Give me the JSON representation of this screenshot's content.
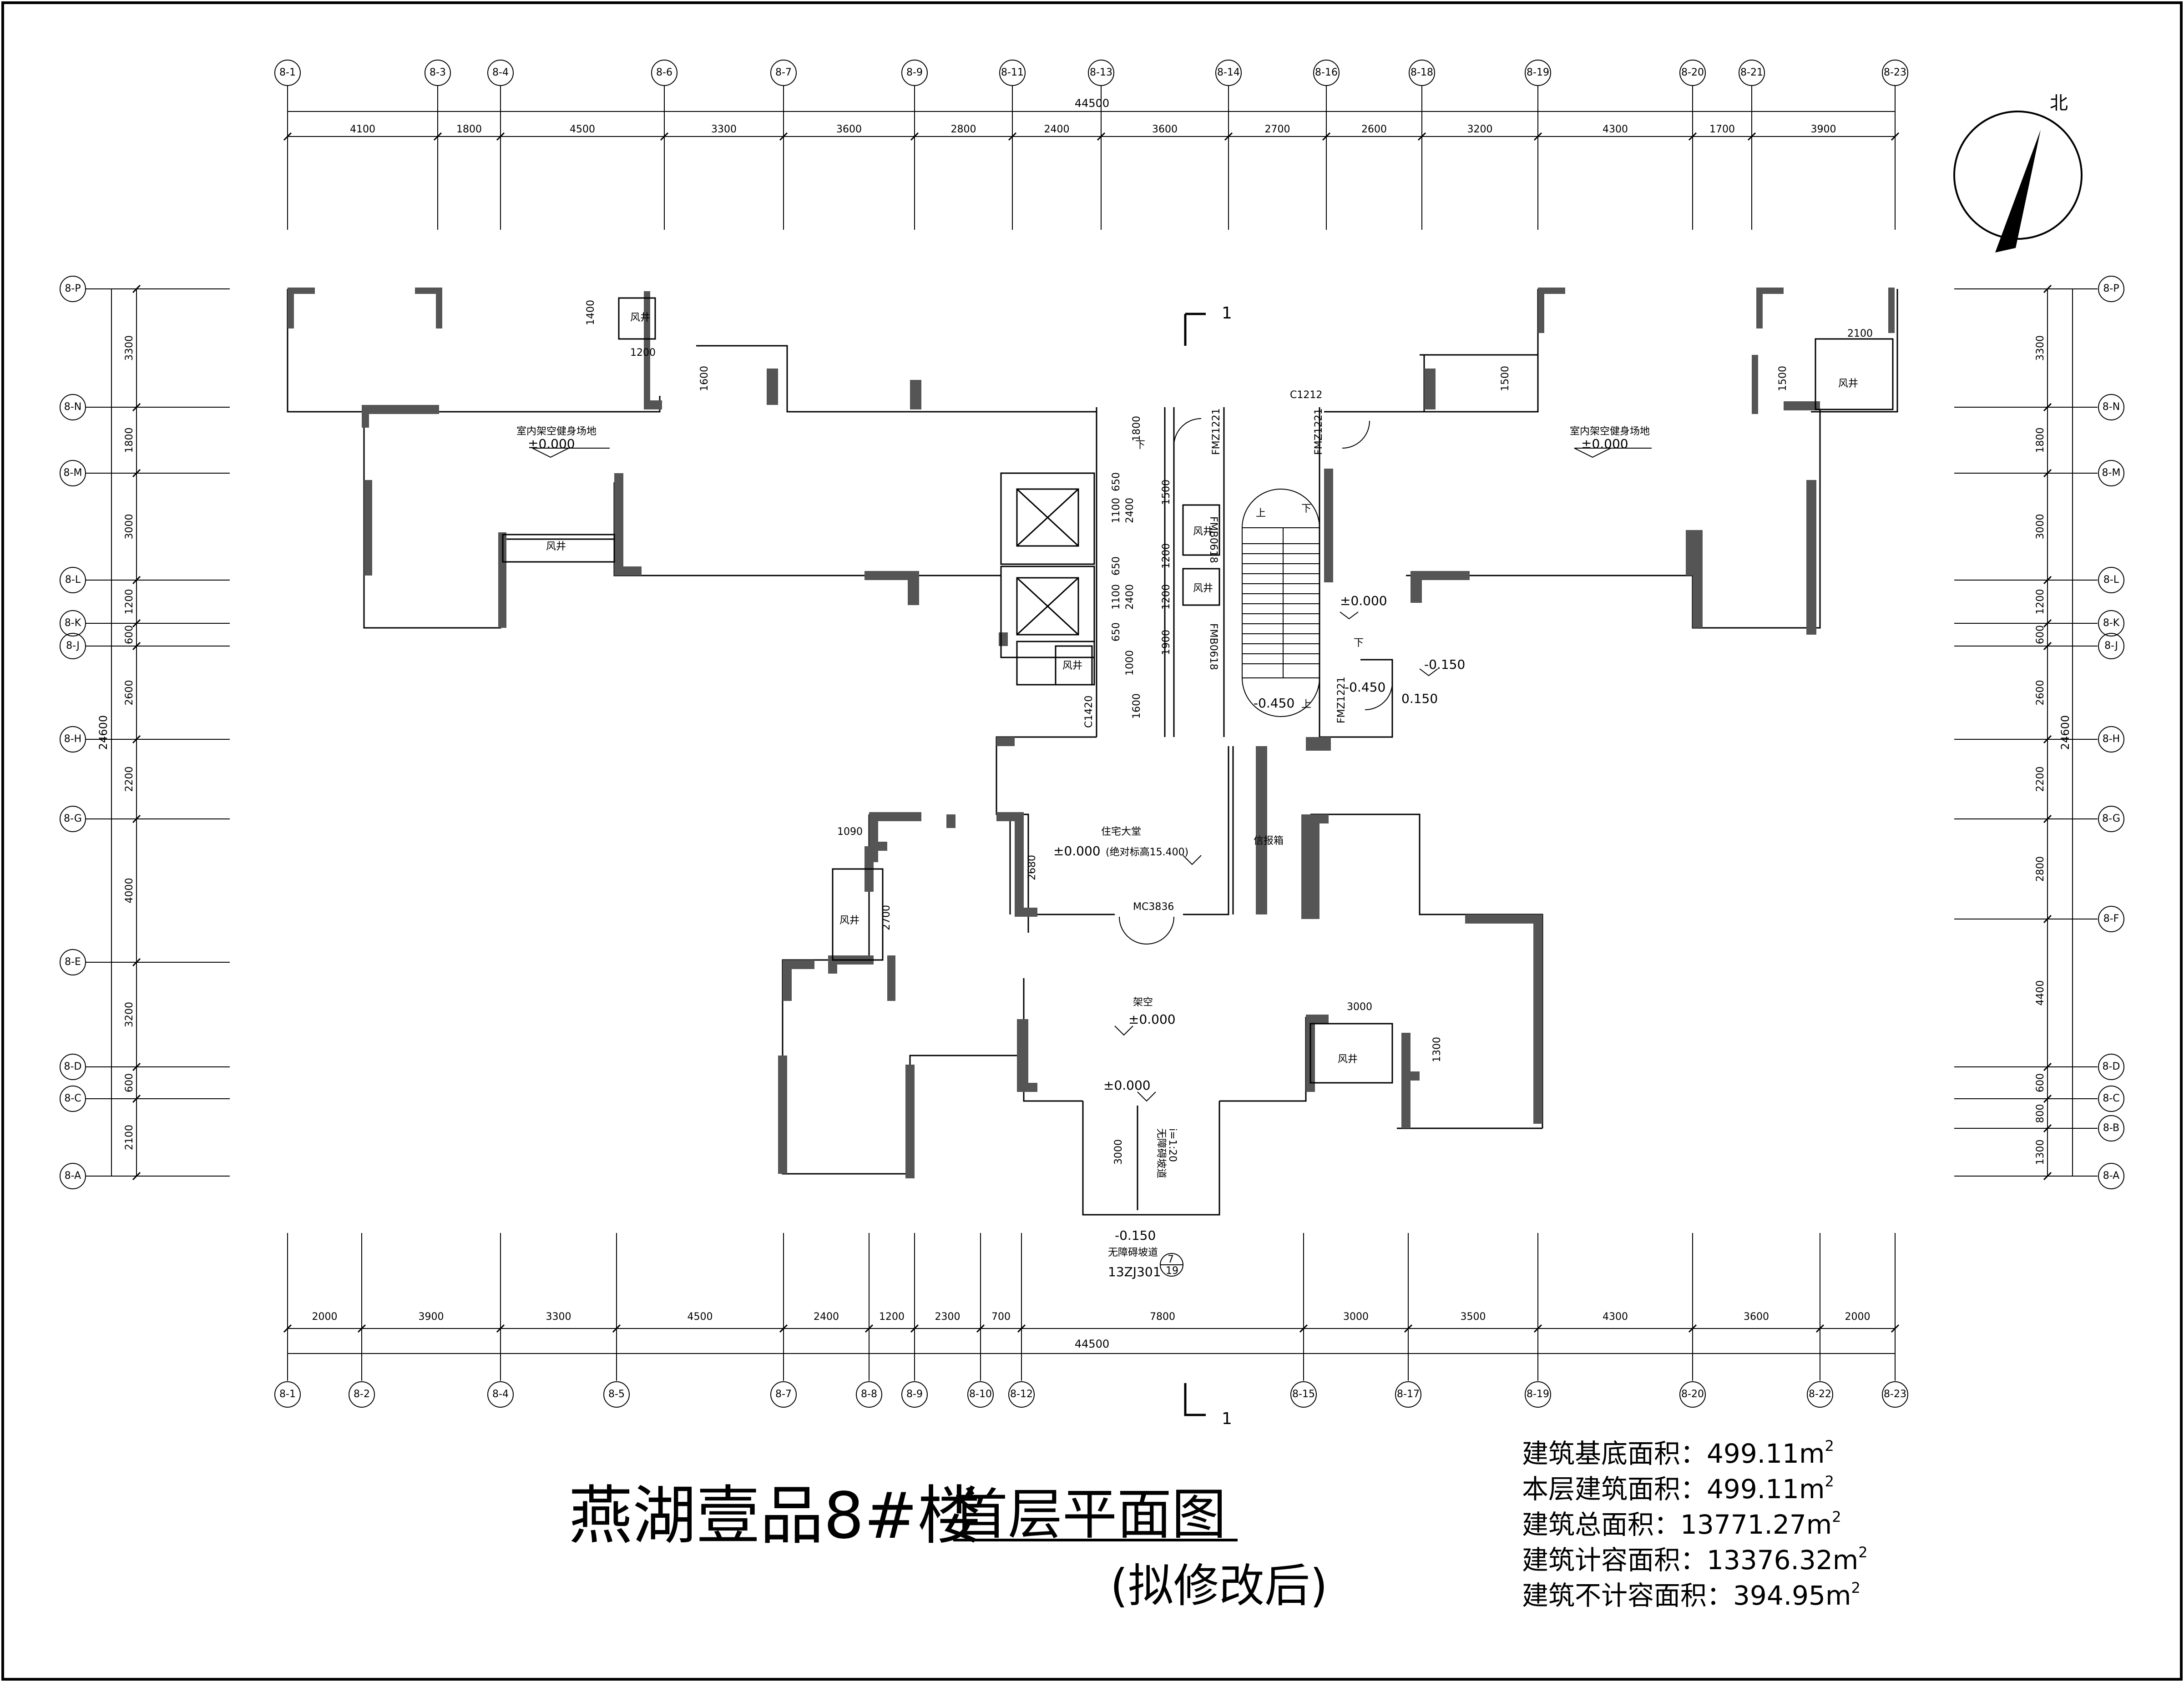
{
  "compass": {
    "label": "北"
  },
  "title": {
    "project": "燕湖壹品8#楼",
    "drawing": "首层平面图",
    "note": "(拟修改后)",
    "project_color": "#00ff00",
    "drawing_color": "#000000",
    "note_color": "#ff0000"
  },
  "stats": [
    {
      "label": "建筑基底面积：",
      "value": "499.11m",
      "sup": "2"
    },
    {
      "label": "本层建筑面积：",
      "value": "499.11m",
      "sup": "2"
    },
    {
      "label": "建筑总面积：",
      "value": "13771.27m",
      "sup": "2"
    },
    {
      "label": "建筑计容面积：",
      "value": "13376.32m",
      "sup": "2"
    },
    {
      "label": "建筑不计容面积：",
      "value": "394.95m",
      "sup": "2"
    }
  ],
  "axes": {
    "top": [
      "8-1",
      "8-3",
      "8-4",
      "8-6",
      "8-7",
      "8-9",
      "8-11",
      "8-13",
      "8-14",
      "8-16",
      "8-18",
      "8-19",
      "8-20",
      "8-21",
      "8-23"
    ],
    "bottom": [
      "8-1",
      "8-2",
      "8-4",
      "8-5",
      "8-7",
      "8-8",
      "8-9",
      "8-10",
      "8-12",
      "8-15",
      "8-17",
      "8-19",
      "8-20",
      "8-22",
      "8-23"
    ],
    "left": [
      "8-P",
      "8-N",
      "8-M",
      "8-L",
      "8-K",
      "8-J",
      "8-H",
      "8-G",
      "8-E",
      "8-D",
      "8-C",
      "8-A"
    ],
    "right": [
      "8-P",
      "8-N",
      "8-M",
      "8-L",
      "8-K",
      "8-J",
      "8-H",
      "8-G",
      "8-F",
      "8-D",
      "8-C",
      "8-B",
      "8-A"
    ]
  },
  "dims": {
    "top_total": "44500",
    "top": [
      "4100",
      "1800",
      "4500",
      "3300",
      "3600",
      "2800",
      "2400",
      "3600",
      "2700",
      "2600",
      "3200",
      "4300",
      "1700",
      "3900"
    ],
    "bottom_total": "44500",
    "bottom": [
      "2000",
      "3900",
      "3300",
      "4500",
      "2400",
      "1200",
      "2300",
      "700",
      "7800",
      "3000",
      "3500",
      "4300",
      "3600",
      "2000"
    ],
    "left_total": "24600",
    "left": [
      "3300",
      "1800",
      "3000",
      "1200",
      "600",
      "2600",
      "2200",
      "4000",
      "3200",
      "600",
      "2100"
    ],
    "right_total": "24600",
    "right": [
      "3300",
      "1800",
      "3000",
      "1200",
      "600",
      "2600",
      "2200",
      "2800",
      "4400",
      "600",
      "800",
      "1300"
    ]
  },
  "rooms": {
    "west_fitness": "室内架空健身场地",
    "east_fitness": "室内架空健身场地",
    "lobby": "住宅大堂",
    "lobby_abs": "(绝对标高15.400)",
    "pilotis": "架空",
    "letterbox": "信报箱",
    "ramp": "无障碍坡道",
    "ramp_slope": "i=1:20",
    "ramp_ref": "无障碍坡道",
    "atlas": "13ZJ301",
    "detail_num": "7",
    "detail_page": "19",
    "vent": "风井",
    "wind": "风井"
  },
  "elevations": {
    "zero": "±0.000",
    "m0150": "-0.150",
    "m0450": "-0.450",
    "p0150": "0.150"
  },
  "tags": {
    "c1212": "C1212",
    "c1420": "C1420",
    "mc3836": "MC3836",
    "fmz1": "FMZ1221",
    "fmz2": "FMZ1221",
    "fmz3": "FMZ1221",
    "fmb1": "FMB0618",
    "fmb2": "FMB0618",
    "down": "下",
    "up": "上"
  },
  "local_dims": {
    "d1400": "1400",
    "d1200": "1200",
    "d1600": "1600",
    "d1500": "1500",
    "d2100": "2100",
    "d1800": "1800",
    "d650": "650",
    "d1100": "1100",
    "d2400": "2400",
    "d1000": "1000",
    "d1900": "1900",
    "d2680": "2680",
    "d1090": "1090",
    "d2700": "2700",
    "d3000": "3000",
    "d1300": "1300"
  },
  "section": {
    "label": "1"
  }
}
